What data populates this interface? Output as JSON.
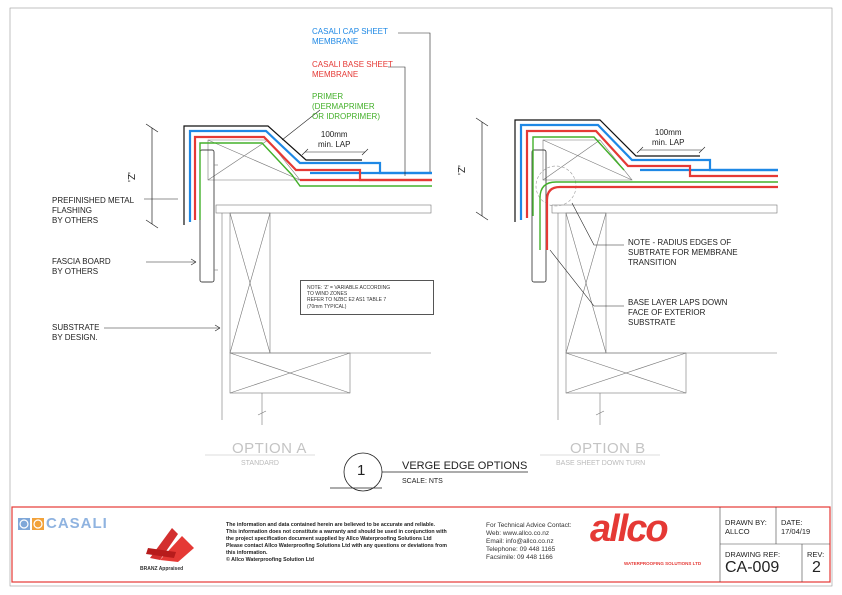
{
  "layers": {
    "cap": [
      "CASALI CAP SHEET",
      "MEMBRANE"
    ],
    "base": [
      "CASALI BASE SHEET",
      "MEMBRANE"
    ],
    "primer": [
      "PRIMER",
      "(DERMAPRIMER",
      "OR IDROPRIMER)"
    ]
  },
  "lap": {
    "a": [
      "100mm",
      "min. LAP"
    ],
    "b": [
      "100mm",
      "min. LAP"
    ]
  },
  "z_label_a": "'Z'",
  "z_label_b": "'Z'",
  "left_labels": {
    "flashing": [
      "PREFINISHED METAL",
      "FLASHING",
      "BY OTHERS"
    ],
    "fascia": [
      "FASCIA BOARD",
      "BY OTHERS"
    ],
    "substrate": [
      "SUBSTRATE",
      "BY DESIGN."
    ]
  },
  "note_box": [
    "NOTE: 'Z' = VARIABLE ACCORDING",
    "TO WIND ZONES",
    "REFER TO NZBC E2 AS1 TABLE 7",
    "(70mm TYPICAL)"
  ],
  "right_notes": {
    "radius": [
      "NOTE - RADIUS EDGES OF",
      "SUBTRATE FOR MEMBRANE",
      "TRANSITION"
    ],
    "base_layer": [
      "BASE LAYER LAPS DOWN",
      "FACE OF EXTERIOR",
      "SUBSTRATE"
    ]
  },
  "options": {
    "a": {
      "title": "OPTION A",
      "subtitle": "STANDARD"
    },
    "b": {
      "title": "OPTION B",
      "subtitle": "BASE SHEET DOWN TURN"
    }
  },
  "detail": {
    "number": "1",
    "title": "VERGE EDGE OPTIONS",
    "scale": "SCALE: NTS"
  },
  "title_block": {
    "brand": "CASALI",
    "branz": "BRANZ Appraised",
    "disclaimer": [
      "The information and data contained herein are believed to be accurate and reliable.",
      "This information does not constitute a warranty and should be used in conjunction with",
      "the project specification document supplied by Allco Waterproofing Solutions Ltd",
      "Please contact Allco Waterproofing Solutions Ltd with any questions or deviations from",
      "this information.",
      "© Allco Waterproofing Solution Ltd"
    ],
    "contact": [
      "For Technical Advice Contact:",
      "Web: www.allco.co.nz",
      "Email: info@allco.co.nz",
      "Telephone: 09 448 1165",
      "Facsimile: 09 448 1166"
    ],
    "allco_logo": "allco",
    "allco_tagline": "WATERPROOFING SOLUTIONS LTD",
    "drawn_by_label": "DRAWN BY:",
    "drawn_by": "ALLCO",
    "date_label": "DATE:",
    "date": "17/04/19",
    "drawing_ref_label": "DRAWING REF:",
    "drawing_ref": "CA-009",
    "rev_label": "REV:",
    "rev": "2"
  },
  "colors": {
    "cap": "#1e88e5",
    "base": "#e53935",
    "primer": "#43b02a",
    "border": "#e53935"
  }
}
